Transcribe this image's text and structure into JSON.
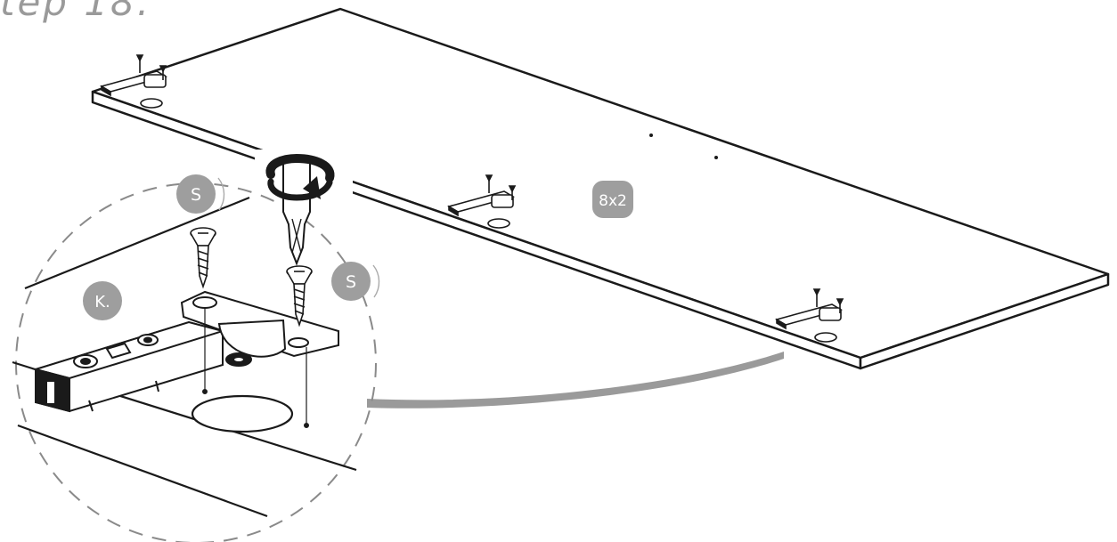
{
  "step": {
    "title": "tep 18."
  },
  "labels": {
    "quantity": "8x2",
    "screw_part_left": "S",
    "screw_part_right": "S",
    "hinge_part": "K."
  },
  "colors": {
    "line": "#1a1a1a",
    "badge": "#9e9e9e",
    "badge_text": "#ffffff",
    "callout_arrow": "#9a9a9a",
    "title": "#9a9a9a"
  }
}
